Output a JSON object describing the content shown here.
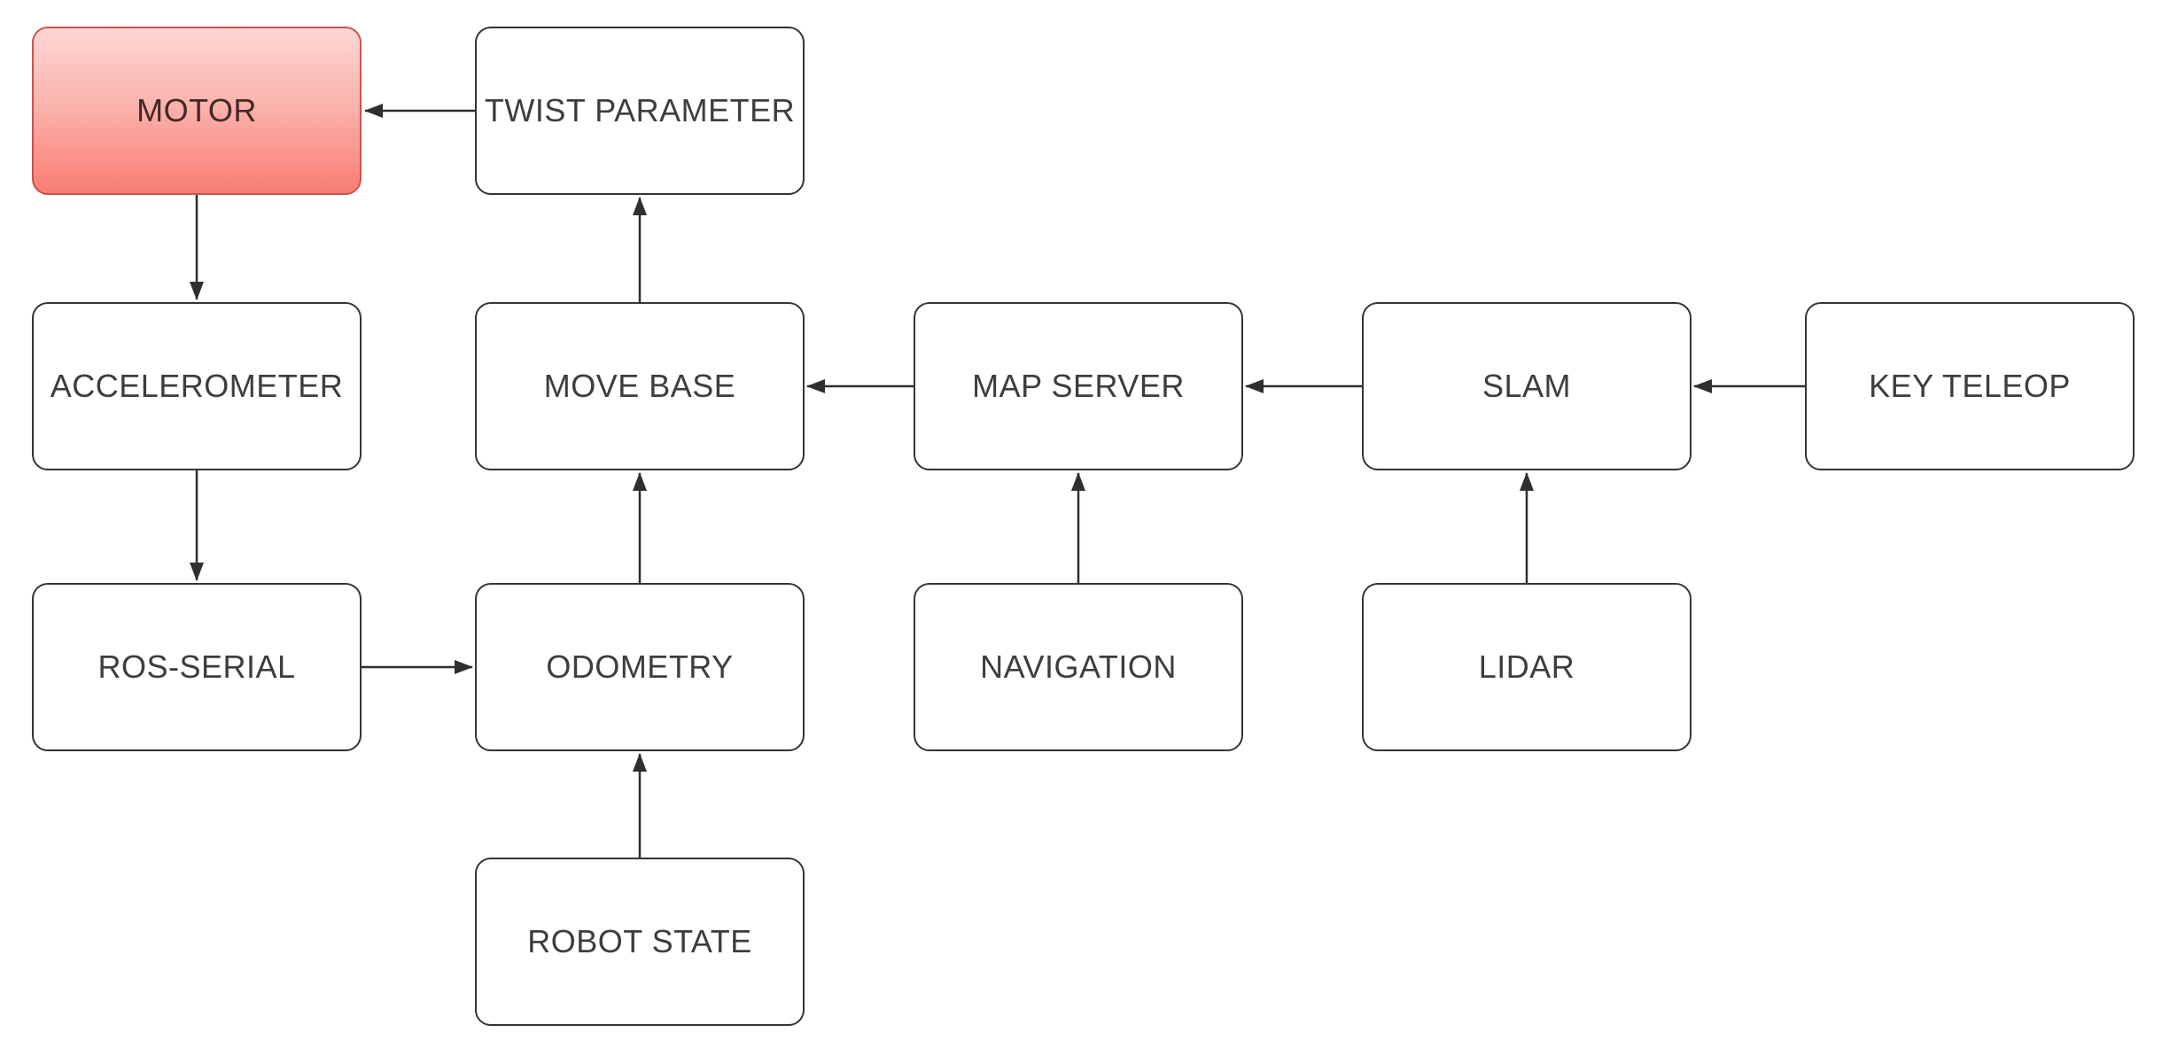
{
  "diagram": {
    "title": "ROS robot software architecture flowchart",
    "background_color": "#ffffff",
    "nodes": [
      {
        "id": "motor",
        "label": "MOTOR",
        "highlighted": true
      },
      {
        "id": "twist-parameter",
        "label": "TWIST PARAMETER",
        "highlighted": false
      },
      {
        "id": "accelerometer",
        "label": "ACCELEROMETER",
        "highlighted": false
      },
      {
        "id": "move-base",
        "label": "MOVE BASE",
        "highlighted": false
      },
      {
        "id": "map-server",
        "label": "MAP SERVER",
        "highlighted": false
      },
      {
        "id": "slam",
        "label": "SLAM",
        "highlighted": false
      },
      {
        "id": "key-teleop",
        "label": "KEY TELEOP",
        "highlighted": false
      },
      {
        "id": "ros-serial",
        "label": "ROS-SERIAL",
        "highlighted": false
      },
      {
        "id": "odometry",
        "label": "ODOMETRY",
        "highlighted": false
      },
      {
        "id": "navigation",
        "label": "NAVIGATION",
        "highlighted": false
      },
      {
        "id": "lidar",
        "label": "LIDAR",
        "highlighted": false
      },
      {
        "id": "robot-state",
        "label": "ROBOT STATE",
        "highlighted": false
      }
    ],
    "edges": [
      {
        "from": "TWIST PARAMETER",
        "to": "MOTOR",
        "direction": "left"
      },
      {
        "from": "MOTOR",
        "to": "ACCELEROMETER",
        "direction": "down"
      },
      {
        "from": "ACCELEROMETER",
        "to": "ROS-SERIAL",
        "direction": "down"
      },
      {
        "from": "ROS-SERIAL",
        "to": "ODOMETRY",
        "direction": "right"
      },
      {
        "from": "MOVE BASE",
        "to": "TWIST PARAMETER",
        "direction": "up"
      },
      {
        "from": "ODOMETRY",
        "to": "MOVE BASE",
        "direction": "up"
      },
      {
        "from": "ROBOT STATE",
        "to": "ODOMETRY",
        "direction": "up"
      },
      {
        "from": "MAP SERVER",
        "to": "MOVE BASE",
        "direction": "left"
      },
      {
        "from": "NAVIGATION",
        "to": "MAP SERVER",
        "direction": "up"
      },
      {
        "from": "SLAM",
        "to": "MAP SERVER",
        "direction": "left"
      },
      {
        "from": "LIDAR",
        "to": "SLAM",
        "direction": "up"
      },
      {
        "from": "KEY TELEOP",
        "to": "SLAM",
        "direction": "left"
      }
    ],
    "colors": {
      "node_fill": "#ffffff",
      "node_border": "#343434",
      "node_text": "#3d3d3d",
      "arrow": "#2f2f2f",
      "motor_fill_top": "#fdd6d3",
      "motor_fill_bottom": "#f97d74",
      "motor_border": "#c9544e",
      "motor_text": "#442826"
    }
  }
}
